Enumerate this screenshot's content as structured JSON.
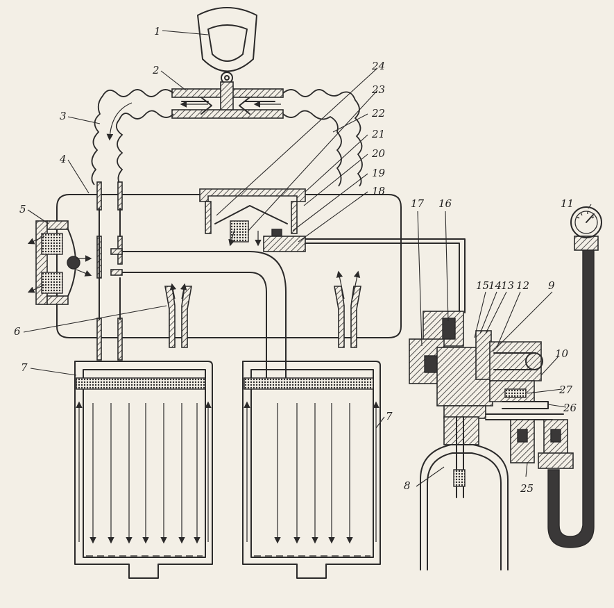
{
  "labels": {
    "l1": "1",
    "l2": "2",
    "l3": "3",
    "l4": "4",
    "l5": "5",
    "l6": "6",
    "l7a": "7",
    "l7b": "7",
    "l8": "8",
    "l9": "9",
    "l10": "10",
    "l11": "11",
    "l12": "12",
    "l13": "13",
    "l14": "14",
    "l15": "15",
    "l16": "16",
    "l17": "17",
    "l18": "18",
    "l19": "19",
    "l20": "20",
    "l21": "21",
    "l22": "22",
    "l23": "23",
    "l24": "24",
    "l25": "25",
    "l26": "26",
    "l27": "27"
  },
  "colors": {
    "paper": "#f3efe6",
    "ink": "#2b2a2a"
  }
}
